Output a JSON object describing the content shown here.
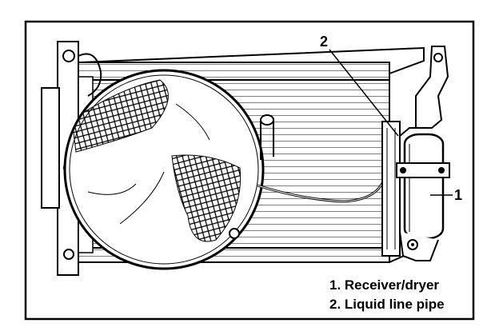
{
  "callouts": {
    "c1": "1",
    "c2": "2"
  },
  "legend": {
    "item1": "1. Receiver/dryer",
    "item2": "2. Liquid line pipe"
  }
}
